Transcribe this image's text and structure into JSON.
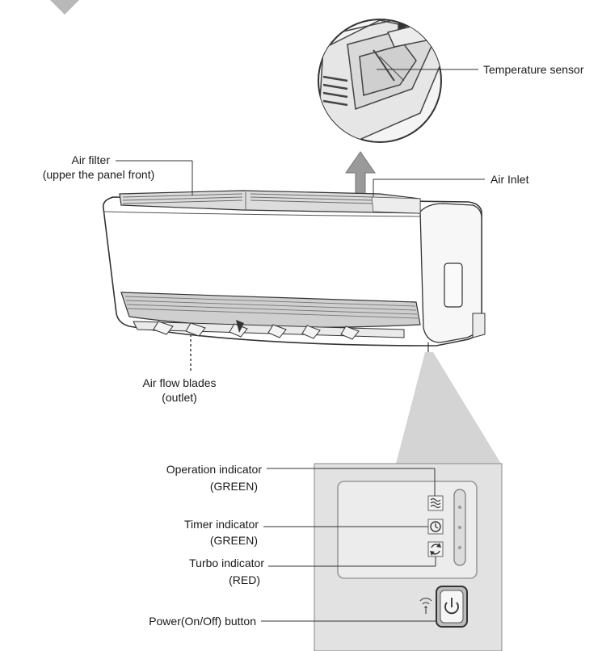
{
  "labels": {
    "temperature_sensor": "Temperature sensor",
    "air_filter_line1": "Air filter",
    "air_filter_line2": "(upper the panel front)",
    "air_inlet": "Air Inlet",
    "air_flow_line1": "Air flow blades",
    "air_flow_line2": "(outlet)",
    "operation_line1": "Operation indicator",
    "operation_line2": "(GREEN)",
    "timer_line1": "Timer indicator",
    "timer_line2": "(GREEN)",
    "turbo_line1": "Turbo indicator",
    "turbo_line2": "(RED)",
    "power_button": "Power(On/Off) button"
  },
  "icons": {
    "operation": "wavy-lines-icon",
    "timer": "clock-icon",
    "turbo": "turbo-arrows-icon",
    "wifi": "wifi-icon",
    "power": "power-icon"
  },
  "colors": {
    "panel_bg": "#e2e2e2",
    "line": "#333333",
    "label": "#1a1a1a"
  }
}
